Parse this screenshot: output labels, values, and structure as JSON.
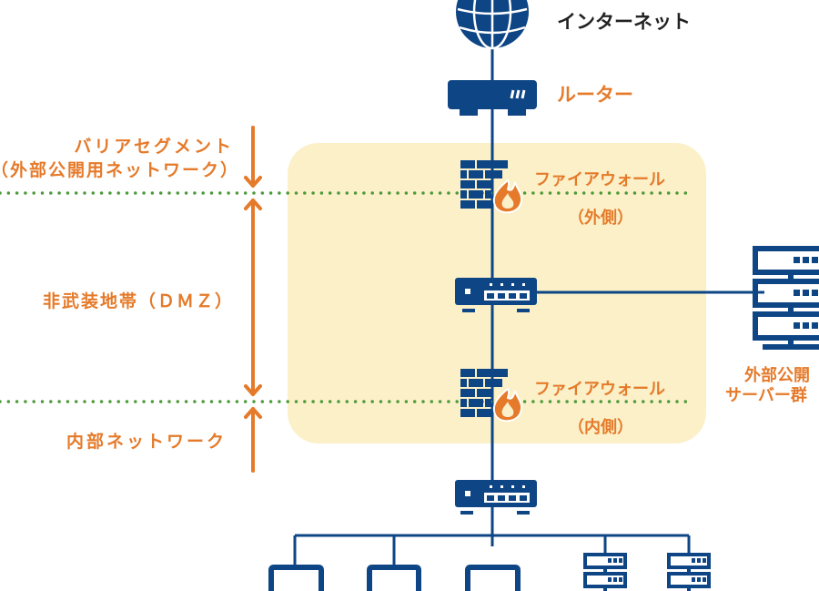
{
  "colors": {
    "navy": "#0e4585",
    "orange": "#e57a2a",
    "green_dots": "#4c9a3a",
    "dmz_zone": "#fbf0c8",
    "text_dark": "#222222"
  },
  "nodes": {
    "internet": {
      "label": "インターネット",
      "icon": "globe-icon"
    },
    "router": {
      "label": "ルーター",
      "icon": "router-icon"
    },
    "firewall_outer": {
      "label": "ファイアウォール",
      "sublabel": "（外側）",
      "icon": "firewall-icon"
    },
    "dmz_switch": {
      "icon": "switch-icon"
    },
    "firewall_inner": {
      "label": "ファイアウォール",
      "sublabel": "（内側）",
      "icon": "firewall-icon"
    },
    "internal_switch": {
      "icon": "switch-icon"
    },
    "public_server": {
      "label_line1": "外部公開",
      "label_line2": "サーバー群",
      "icon": "server-rack-icon"
    },
    "internal_devices": [
      {
        "icon": "pc-icon"
      },
      {
        "icon": "pc-icon"
      },
      {
        "icon": "pc-icon"
      },
      {
        "icon": "server-icon"
      },
      {
        "icon": "server-icon"
      }
    ]
  },
  "zones": {
    "barrier": {
      "label_line1": "バリアセグメント",
      "label_line2": "（外部公開用ネットワーク）"
    },
    "dmz": {
      "label": "非武装地帯（ＤＭＺ）"
    },
    "internal": {
      "label": "内部ネットワーク"
    }
  }
}
